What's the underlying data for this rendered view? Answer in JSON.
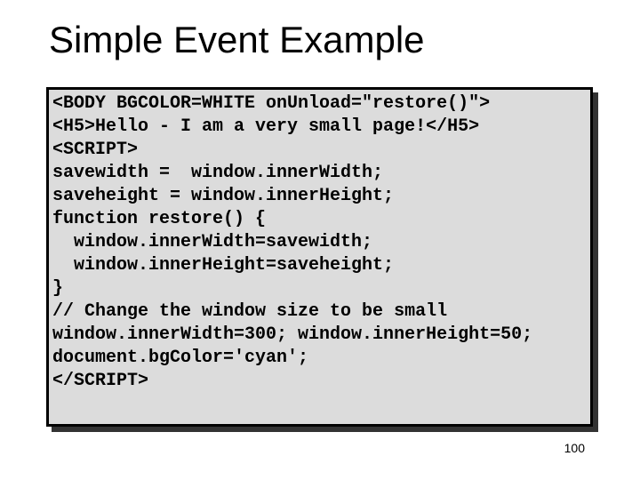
{
  "slide": {
    "title": "Simple Event Example",
    "page_number": "100"
  },
  "code_block": {
    "lines": [
      "<BODY BGCOLOR=WHITE onUnload=\"restore()\">",
      "<H5>Hello - I am a very small page!</H5>",
      "<SCRIPT>",
      "savewidth =  window.innerWidth;",
      "saveheight = window.innerHeight;",
      "function restore() {",
      "  window.innerWidth=savewidth;",
      "  window.innerHeight=saveheight;",
      "}",
      "// Change the window size to be small",
      "window.innerWidth=300; window.innerHeight=50;",
      "document.bgColor='cyan';",
      "</SCRIPT>"
    ]
  },
  "colors": {
    "slide_background": "#ffffff",
    "code_box_background": "#dcdcdc",
    "code_box_border": "#000000",
    "code_box_shadow": "#333333",
    "title_text": "#000000",
    "code_text": "#000000",
    "page_number_text": "#000000"
  }
}
